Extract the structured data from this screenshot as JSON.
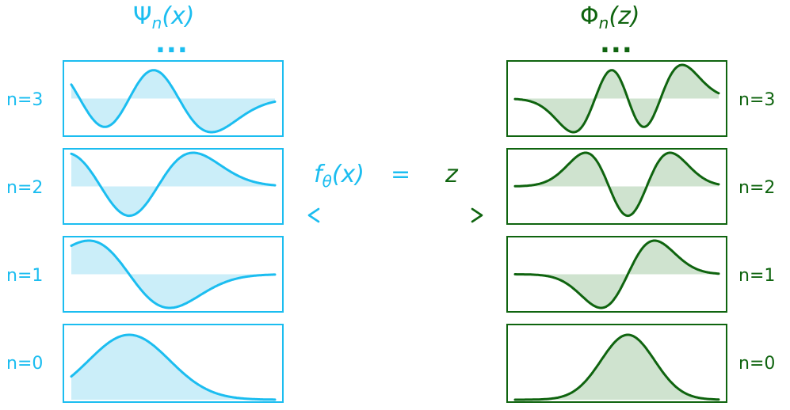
{
  "left": {
    "title_symbol": "Ψ",
    "title_sub": "n",
    "title_arg": "(x)",
    "dots": "...",
    "color": "#1bbdf0",
    "fill": "#cbeef9",
    "labels": [
      "n=3",
      "n=2",
      "n=1",
      "n=0"
    ]
  },
  "right": {
    "title_symbol": "Φ",
    "title_sub": "n",
    "title_arg": "(z)",
    "dots": "...",
    "color": "#0f640f",
    "fill": "#cfe3cf",
    "labels": [
      "n=3",
      "n=2",
      "n=1",
      "n=0"
    ]
  },
  "mapping": {
    "f": "f",
    "theta": "θ",
    "arg": "(x)",
    "equals": "=",
    "z": "z"
  }
}
